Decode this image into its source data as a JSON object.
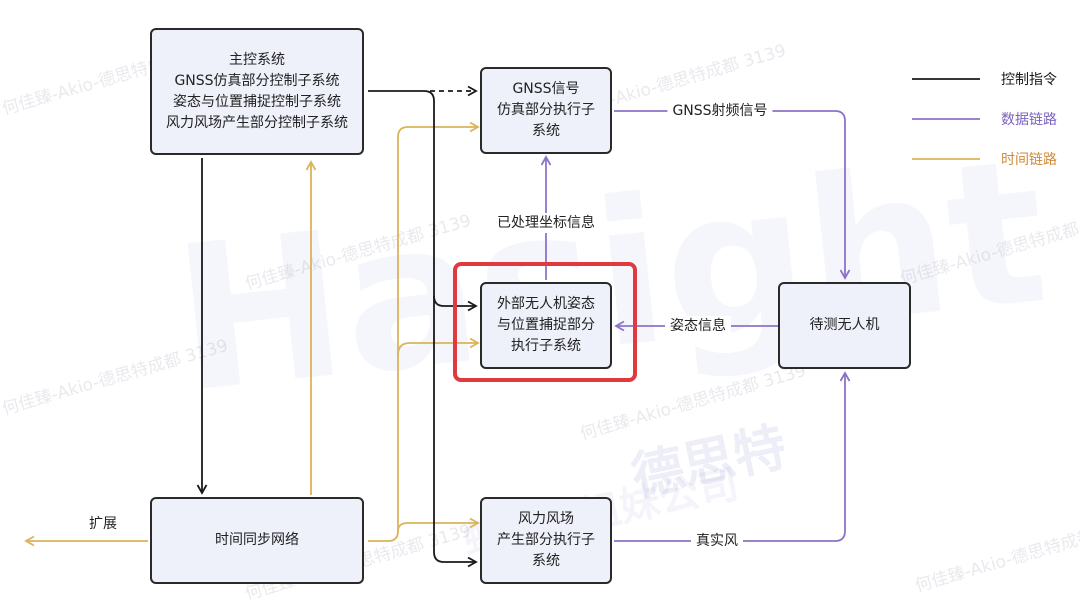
{
  "nodes": {
    "master": {
      "lines": [
        "主控系统",
        "GNSS仿真部分控制子系统",
        "姿态与位置捕捉控制子系统",
        "风力风场产生部分控制子系统"
      ]
    },
    "gnss": {
      "lines": [
        "GNSS信号",
        "仿真部分执行子",
        "系统"
      ]
    },
    "capture": {
      "lines": [
        "外部无人机姿态",
        "与位置捕捉部分",
        "执行子系统"
      ]
    },
    "wind": {
      "lines": [
        "风力风场",
        "产生部分执行子",
        "系统"
      ]
    },
    "timesync": {
      "lines": [
        "时间同步网络"
      ]
    },
    "uav": {
      "lines": [
        "待测无人机"
      ]
    }
  },
  "edge_labels": {
    "gnss_rf": "GNSS射频信号",
    "processed_coords": "已处理坐标信息",
    "attitude_info": "姿态信息",
    "real_wind": "真实风",
    "expand": "扩展"
  },
  "legend": {
    "control": "控制指令",
    "data": "数据链路",
    "time": "时间链路"
  },
  "colors": {
    "control": "#1a1a1a",
    "data": "#8c73c8",
    "time": "#d9b45a",
    "data_text": "#7b62c0",
    "time_text": "#cf8a3a",
    "highlight": "#e0393e",
    "node_fill": "#eef0fa"
  },
  "watermarks": {
    "repeat_text": "何佳臻-Akio-德思特成都 3139",
    "logo_text": "Hasight",
    "cn_brand": "德思特",
    "cn_slogan": "虹科的姐妹公司"
  }
}
